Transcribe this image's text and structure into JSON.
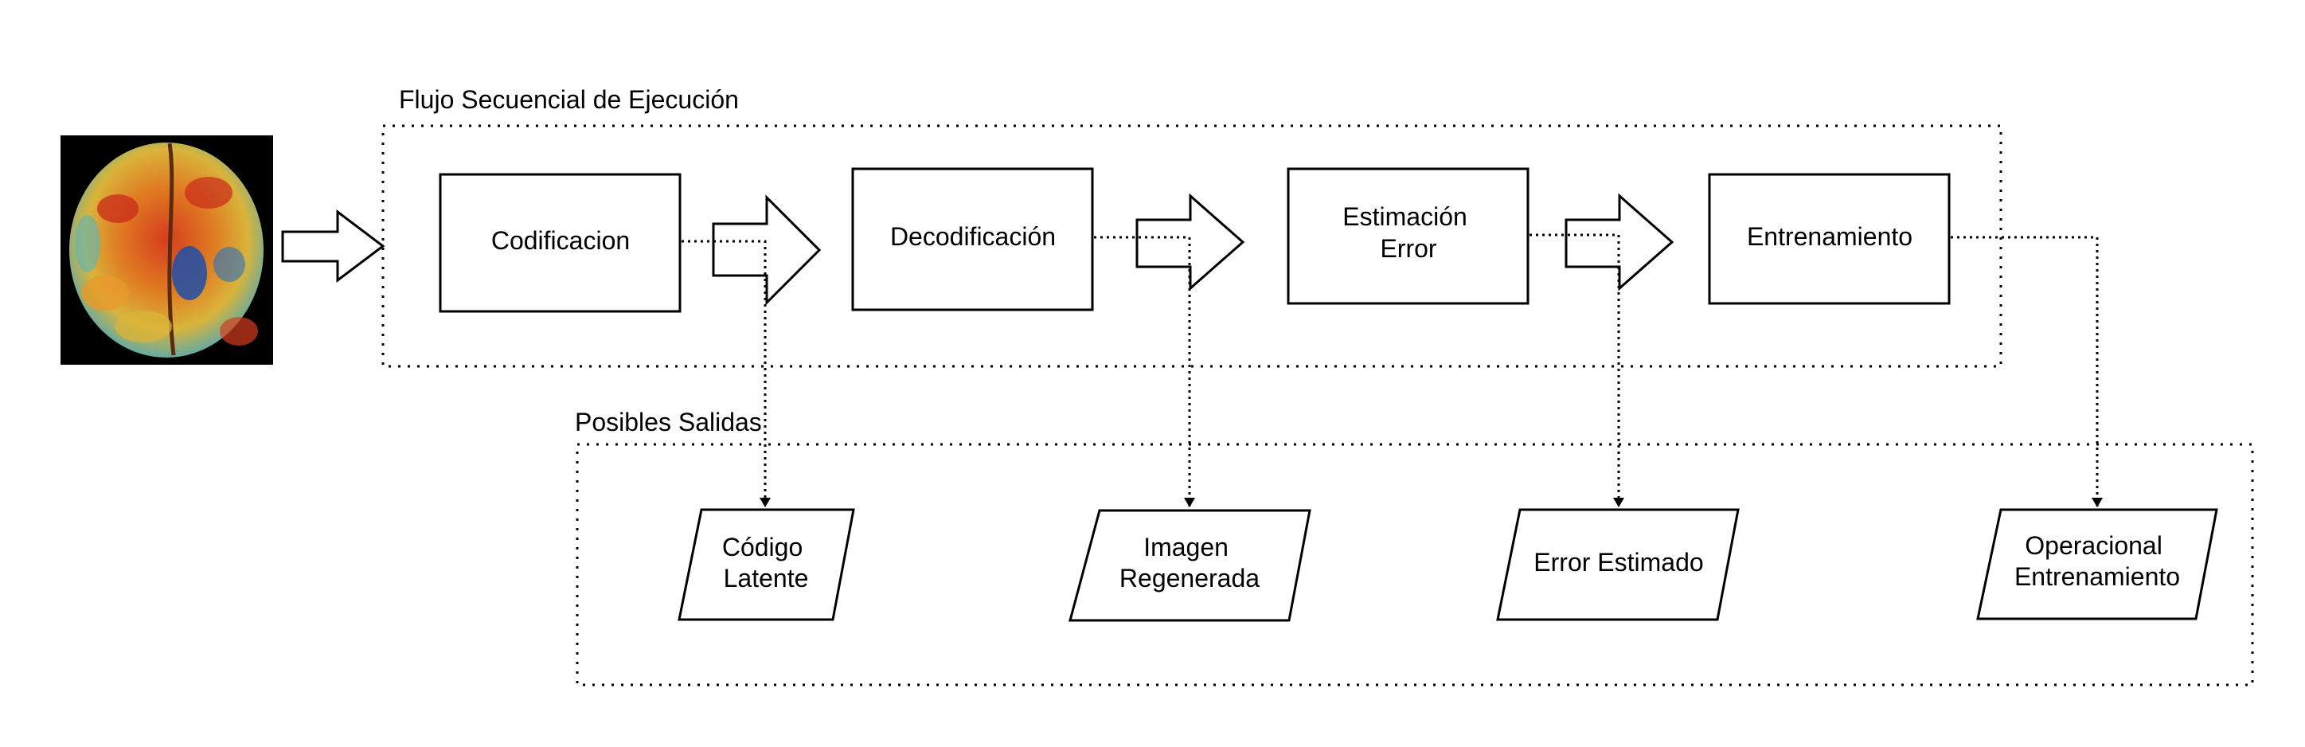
{
  "groups": {
    "sequential_flow": {
      "title": "Flujo Secuencial de Ejecución"
    },
    "possible_outputs": {
      "title": "Posibles Salidas"
    }
  },
  "process_steps": [
    {
      "lines": [
        "Codificacion"
      ]
    },
    {
      "lines": [
        "Decodificación"
      ]
    },
    {
      "lines": [
        "Estimación",
        "Error"
      ]
    },
    {
      "lines": [
        "Entrenamiento"
      ]
    }
  ],
  "outputs": [
    {
      "lines": [
        "Código",
        "Latente"
      ]
    },
    {
      "lines": [
        "Imagen",
        "Regenerada"
      ]
    },
    {
      "lines": [
        "Error Estimado"
      ]
    },
    {
      "lines": [
        "Operacional",
        "Entrenamiento"
      ]
    }
  ],
  "input_image": {
    "icon": "brain-scan-icon",
    "background": "#000000"
  },
  "colors": {
    "stroke": "#000000",
    "background": "#ffffff"
  }
}
